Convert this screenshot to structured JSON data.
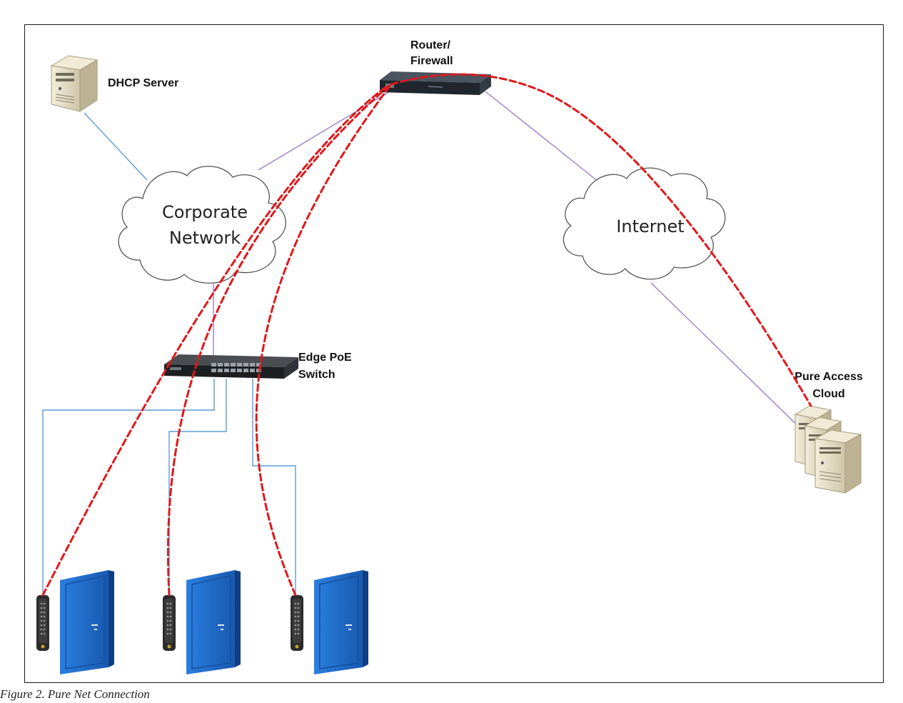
{
  "colors": {
    "frame": "#1a1a1a",
    "link_blue": "#5b9bd5",
    "link_purple": "#9b7fc6",
    "data_path": "#e0181b",
    "door": "#1f6fd1",
    "server": "#e8e0c8",
    "switch": "#2a2a2a"
  },
  "nodes": {
    "router": {
      "label_line1": "Router/",
      "label_line2": "Firewall",
      "icon": "router-icon"
    },
    "dhcp": {
      "label": "DHCP Server",
      "icon": "server-tower-icon"
    },
    "corporate": {
      "label_line1": "Corporate",
      "label_line2": "Network",
      "icon": "cloud-icon"
    },
    "internet": {
      "label": "Internet",
      "icon": "cloud-icon"
    },
    "switch": {
      "label_line1": "Edge PoE",
      "label_line2": "Switch",
      "icon": "network-switch-icon"
    },
    "pure_access": {
      "label_line1": "Pure Access",
      "label_line2": "Cloud",
      "icon": "server-cluster-icon"
    },
    "doors": [
      {
        "icon": "door-icon",
        "reader_icon": "keypad-reader-icon"
      },
      {
        "icon": "door-icon",
        "reader_icon": "keypad-reader-icon"
      },
      {
        "icon": "door-icon",
        "reader_icon": "keypad-reader-icon"
      }
    ]
  },
  "caption": "Figure 2. Pure Net Connection"
}
